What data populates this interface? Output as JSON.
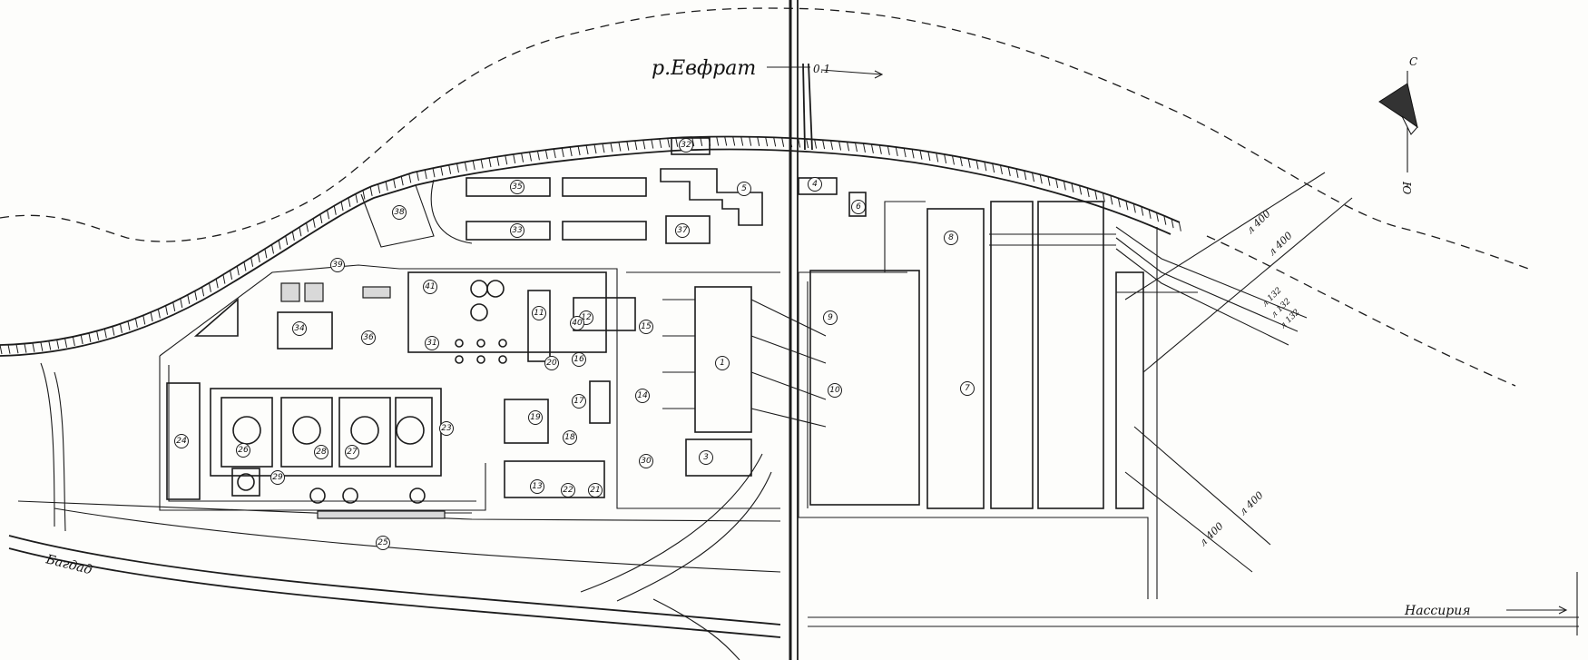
{
  "labels": {
    "river": "р.Евфрат",
    "river_mark": "0.1",
    "city_left": "Багдад",
    "city_right": "Нассирия",
    "compass_north": "С",
    "compass_south": "Ю"
  },
  "line_tags": [
    "л 400",
    "л 400",
    "л 132",
    "л 132",
    "л 132",
    "л 400",
    "л 400"
  ],
  "building_numbers": [
    "1",
    "3",
    "4",
    "5",
    "6",
    "7",
    "8",
    "9",
    "10",
    "11",
    "12",
    "13",
    "14",
    "15",
    "16",
    "17",
    "18",
    "19",
    "20",
    "21",
    "22",
    "23",
    "24",
    "25",
    "26",
    "27",
    "28",
    "29",
    "30",
    "31",
    "32",
    "33",
    "34",
    "35",
    "36",
    "37",
    "38",
    "39",
    "40",
    "41"
  ]
}
